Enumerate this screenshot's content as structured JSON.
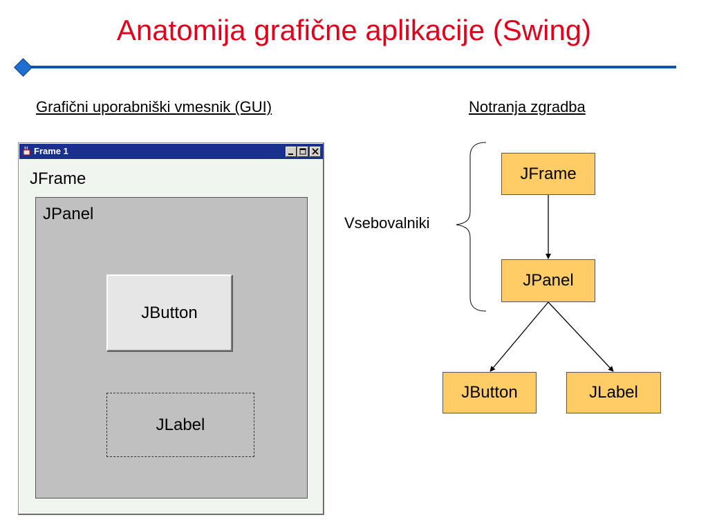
{
  "slide": {
    "title": "Anatomija grafične aplikacije (Swing)",
    "heading_left": "Grafični uporabniški vmesnik (GUI)",
    "heading_right": "Notranja zgradba"
  },
  "window": {
    "title": "Frame 1",
    "controls": [
      "minimize",
      "maximize",
      "close"
    ],
    "frame_label": "JFrame",
    "panel_label": "JPanel",
    "button_label": "JButton",
    "label_text": "JLabel"
  },
  "tree": {
    "brace_label": "Vsebovalniki",
    "nodes": {
      "jframe": "JFrame",
      "jpanel": "JPanel",
      "jbutton": "JButton",
      "jlabel": "JLabel"
    },
    "edges": [
      [
        "jframe",
        "jpanel"
      ],
      [
        "jpanel",
        "jbutton"
      ],
      [
        "jpanel",
        "jlabel"
      ]
    ],
    "colors": {
      "node_fill": "#ffcc66",
      "title": "#e3001b",
      "rule": "#0e55a8"
    }
  }
}
